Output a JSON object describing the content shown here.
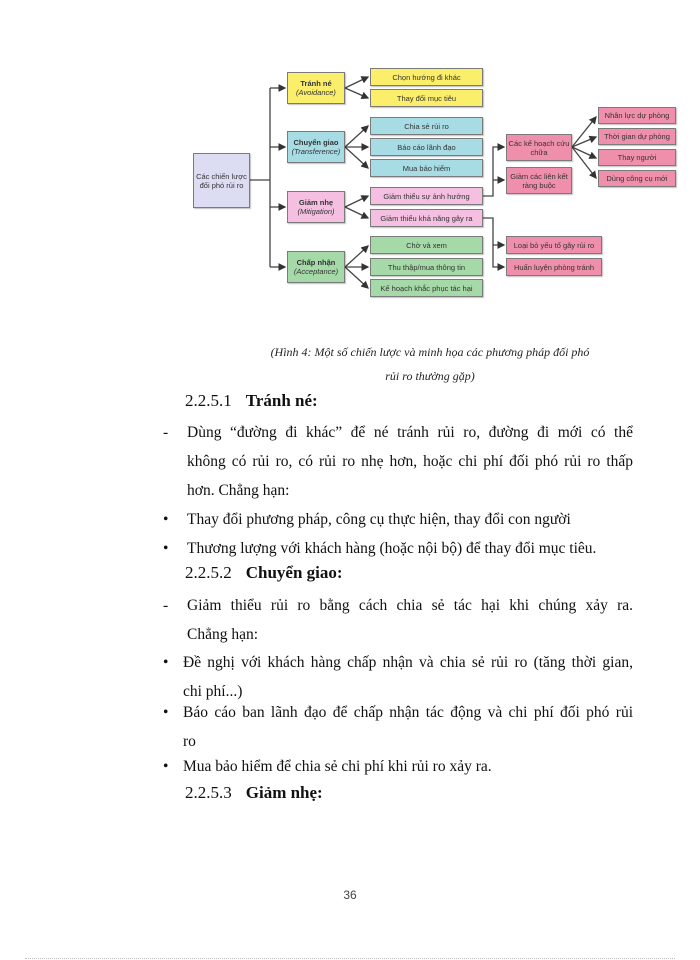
{
  "diagram": {
    "root": "Các chiến lược đối phó rủi ro",
    "strategies": [
      {
        "title": "Tránh né",
        "subtitle": "(Avoidance)",
        "color": "#fbee6a",
        "actions": [
          "Chọn hướng đi khác",
          "Thay đổi mục tiêu"
        ]
      },
      {
        "title": "Chuyển giao",
        "subtitle": "(Transference)",
        "color": "#a8dce4",
        "actions": [
          "Chia sẻ rủi ro",
          "Báo cáo lãnh đạo",
          "Mua bảo hiểm"
        ]
      },
      {
        "title": "Giảm nhẹ",
        "subtitle": "(Mitigation)",
        "color": "#f4bfe0",
        "actions": [
          "Giảm thiểu sự ảnh hưởng",
          "Giảm thiểu khả năng gây ra"
        ]
      },
      {
        "title": "Chấp nhận",
        "subtitle": "(Acceptance)",
        "color": "#a5d9a7",
        "actions": [
          "Chờ và xem",
          "Thu thập/mua thông tin",
          "Kế hoạch khắc phục tác hại"
        ]
      }
    ],
    "mitigation_impact": [
      "Các kế hoạch cứu chữa",
      "Giảm các liên kết ràng buộc"
    ],
    "rescue_plans": [
      "Nhân lực dự phòng",
      "Thời gian dự phòng",
      "Thay người",
      "Dùng công cụ mới"
    ],
    "mitigation_likelihood": [
      "Loại bỏ yếu tố gây rủi ro",
      "Huấn luyện phòng tránh"
    ]
  },
  "caption": {
    "line1": "(Hình 4: Một số chiến lược và minh họa các phương pháp đối phó",
    "line2": "rủi ro thường gặp)"
  },
  "sections": [
    {
      "number": "2.2.5.1",
      "title": "Tránh né:",
      "items": [
        {
          "marker": "-",
          "lines": [
            "Dùng “đường đi khác” để né tránh rủi ro, đường đi mới có thể",
            "không có rủi ro, có rủi ro nhẹ hơn, hoặc chi phí đối phó rủi ro thấp",
            "hơn. Chẳng hạn:"
          ]
        },
        {
          "marker": "•",
          "lines": [
            "Thay đổi phương pháp, công cụ thực hiện, thay đổi con người"
          ]
        },
        {
          "marker": "•",
          "lines": [
            "Thương lượng với khách hàng (hoặc nội bộ) để thay đổi mục tiêu."
          ]
        }
      ]
    },
    {
      "number": "2.2.5.2",
      "title": "Chuyển giao:",
      "items": [
        {
          "marker": "-",
          "lines": [
            "Giảm thiểu rủi ro bằng cách chia sẻ tác hại khi chúng xảy ra.",
            "Chẳng hạn:"
          ]
        },
        {
          "marker": "•",
          "lines": [
            "Đề nghị với khách hàng chấp nhận và chia sẻ rủi ro (tăng thời gian,",
            "chi phí...)"
          ]
        },
        {
          "marker": "•",
          "lines": [
            "Báo cáo ban lãnh đạo để chấp nhận tác động và chi phí đối phó rủi",
            "ro"
          ]
        },
        {
          "marker": "•",
          "lines": [
            "Mua bảo hiểm để chia sẻ chi phí khi rủi ro xảy ra."
          ]
        }
      ]
    },
    {
      "number": "2.2.5.3",
      "title": "Giảm nhẹ:",
      "items": []
    }
  ],
  "page_number": "36"
}
